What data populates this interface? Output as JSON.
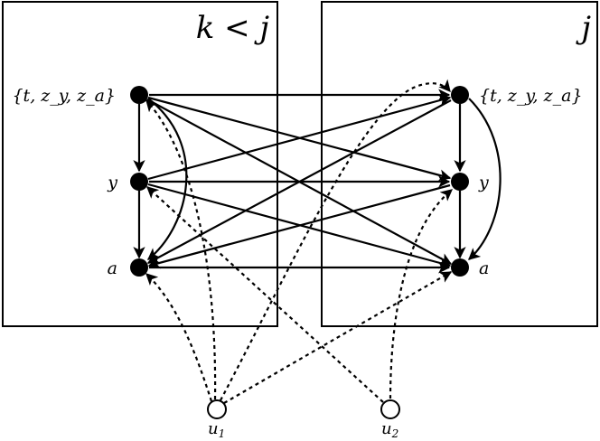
{
  "plates": {
    "left_title": "k < j",
    "right_title": "j"
  },
  "nodes": {
    "left": {
      "top_label": "{t, z_y, z_a}",
      "mid_label": "y",
      "bot_label": "a"
    },
    "right": {
      "top_label": "{t, z_y, z_a}",
      "mid_label": "y",
      "bot_label": "a"
    }
  },
  "exogenous": {
    "u1": {
      "base": "u",
      "sub": "1"
    },
    "u2": {
      "base": "u",
      "sub": "2"
    }
  }
}
